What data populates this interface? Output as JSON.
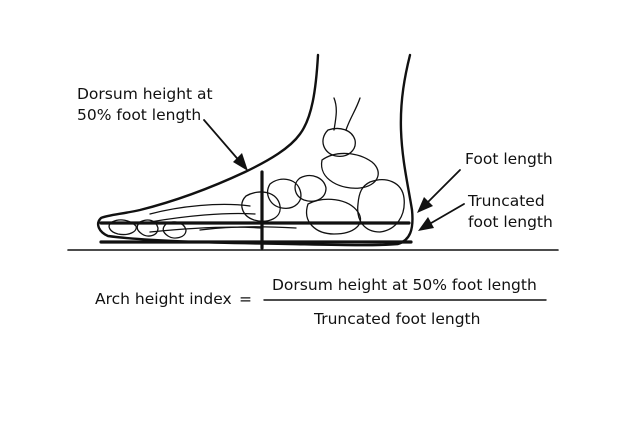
{
  "labels": {
    "dorsum": [
      "Dorsum height at",
      "50% foot length"
    ],
    "foot_length": "Foot length",
    "truncated": [
      "Truncated",
      "foot length"
    ]
  },
  "formula": {
    "lhs": "Arch height index",
    "equals": "=",
    "numerator": "Dorsum height at 50% foot length",
    "denominator": "Truncated foot length"
  },
  "colors": {
    "ink": "#111111",
    "background": "#ffffff"
  }
}
